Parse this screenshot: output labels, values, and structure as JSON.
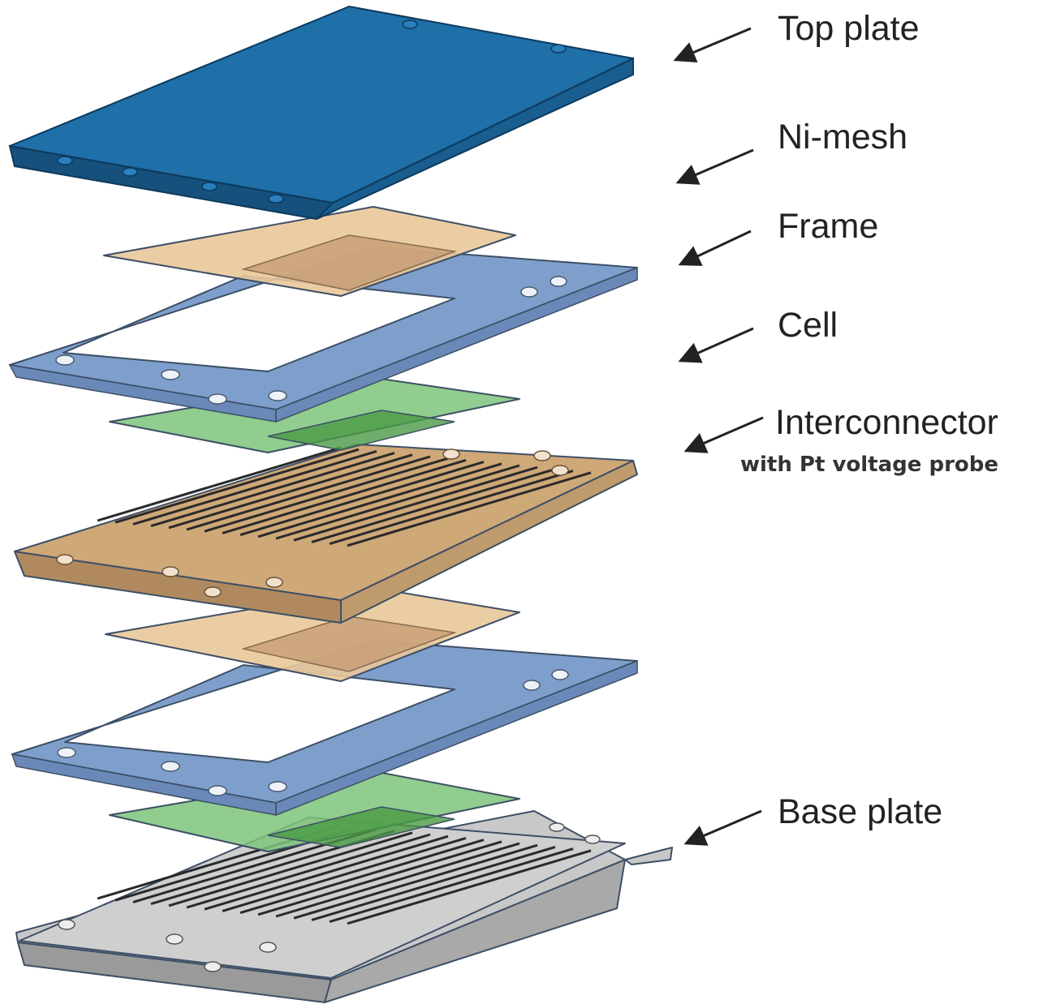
{
  "labels": {
    "top_plate": "Top plate",
    "ni_mesh": "Ni-mesh",
    "frame": "Frame",
    "cell": "Cell",
    "interconnector": "Interconnector",
    "interconnector_note": "with Pt voltage probe",
    "base_plate": "Base plate"
  },
  "colors": {
    "top_plate": "#1f6fa8",
    "frame": "#e9c89a",
    "cell": "#7e9fcb",
    "mesh": "#7cc47a",
    "interconnector": "#cfa878",
    "base_plate": "#c8c8c8",
    "channels": "#2a2a2a"
  }
}
